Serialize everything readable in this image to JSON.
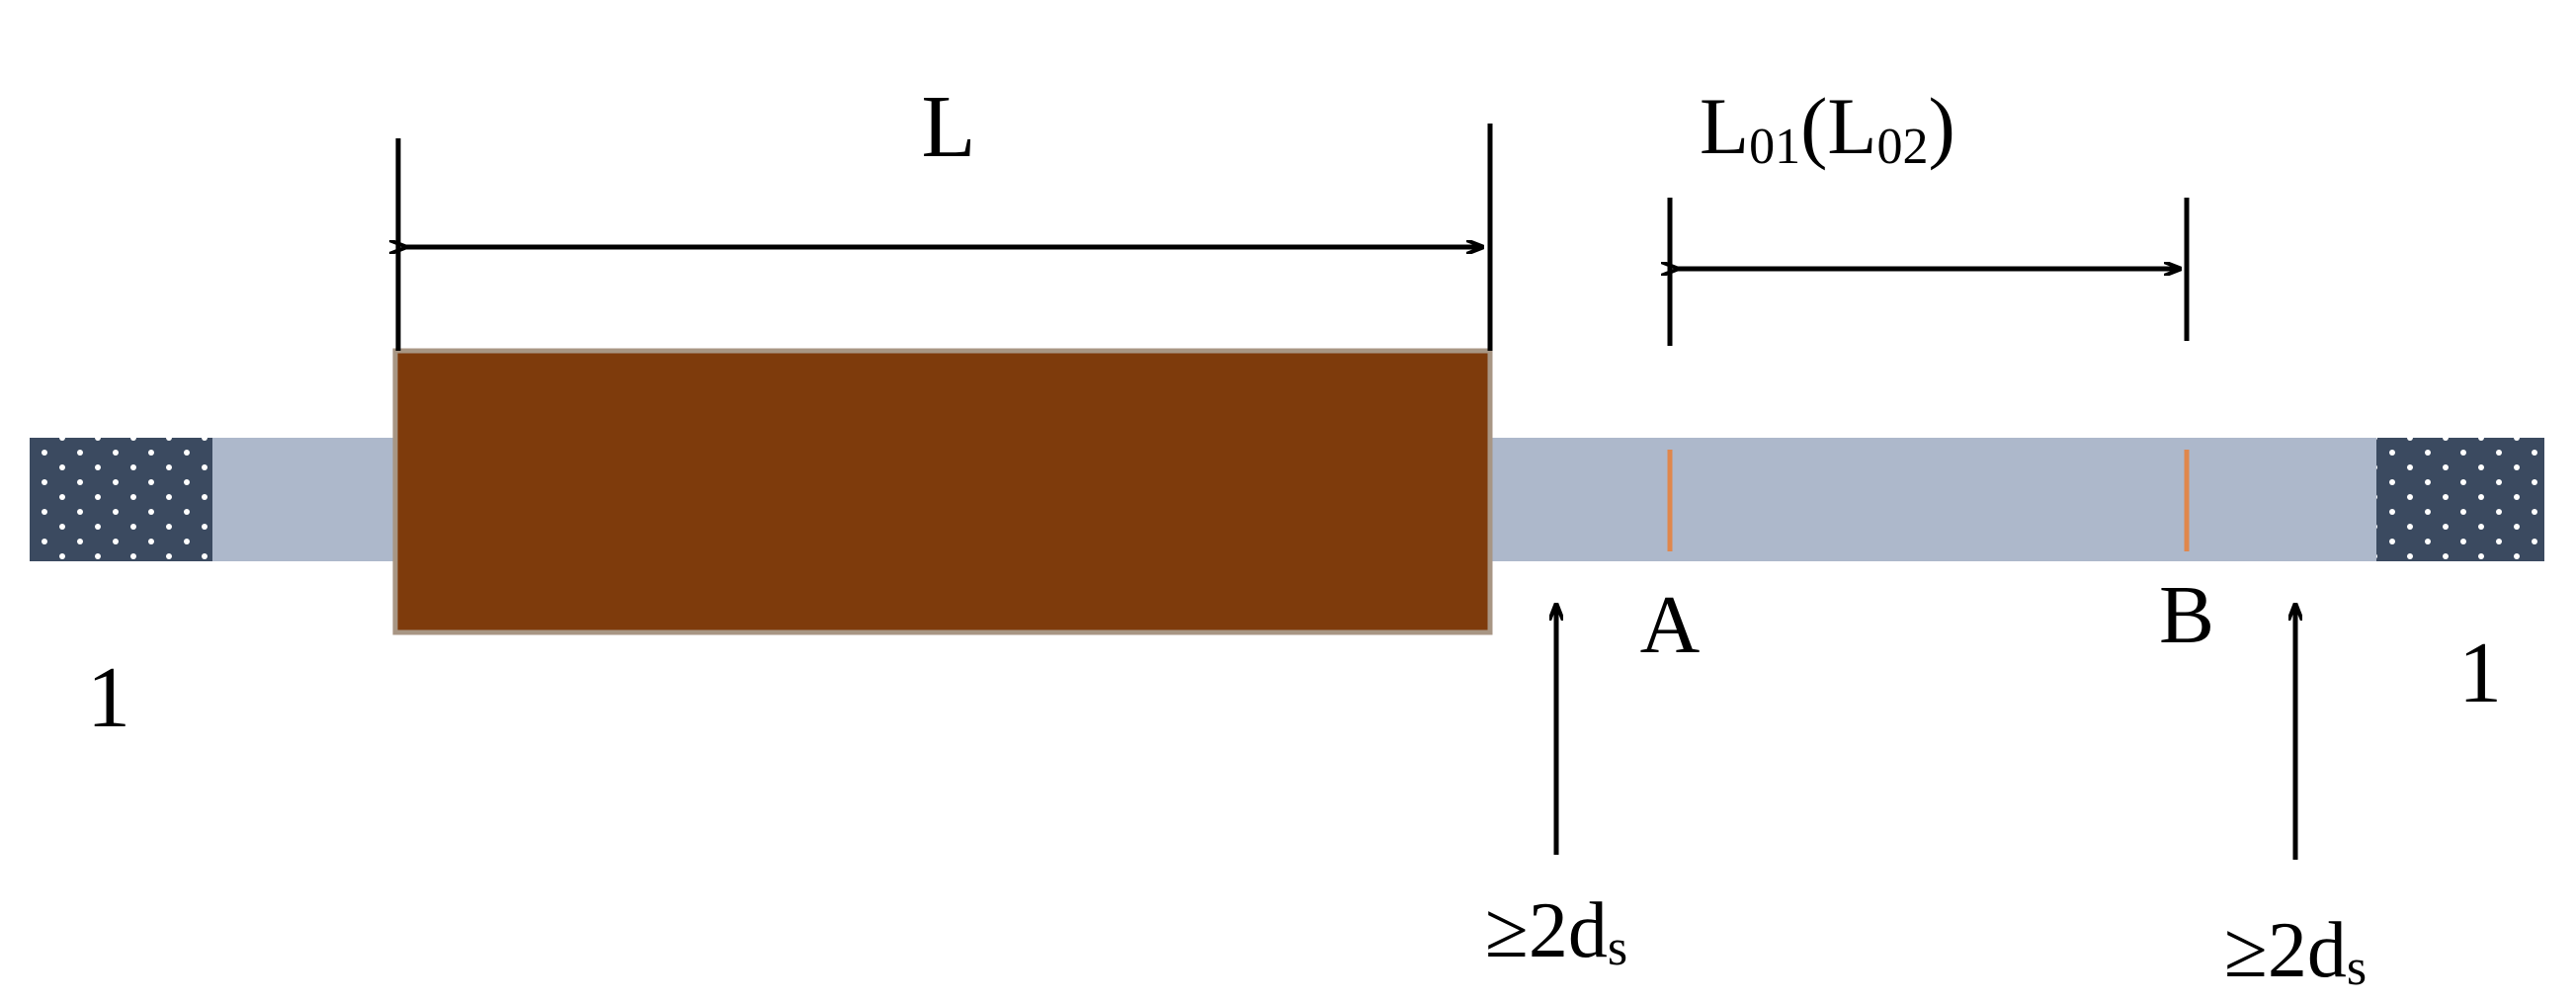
{
  "labels": {
    "length_main": "L",
    "length_gauge_main": "L",
    "length_gauge_sub1": "01",
    "length_gauge_paren_open": "(L",
    "length_gauge_sub2": "02",
    "length_gauge_paren_close": ")",
    "point_a": "A",
    "point_b": "B",
    "grip_left": "1",
    "grip_right": "1",
    "clearance_left_main": "≥2d",
    "clearance_left_sub": "s",
    "clearance_right_main": "≥2d",
    "clearance_right_sub": "s"
  },
  "colors": {
    "bar": "#adb8cb",
    "sleeve": "#7e3b0c",
    "sleeve_border": "#a89684",
    "grip": "#3b4a60",
    "grip_dots": "#ffffff",
    "gauge_mark": "#e0874c",
    "lines": "#000000"
  }
}
